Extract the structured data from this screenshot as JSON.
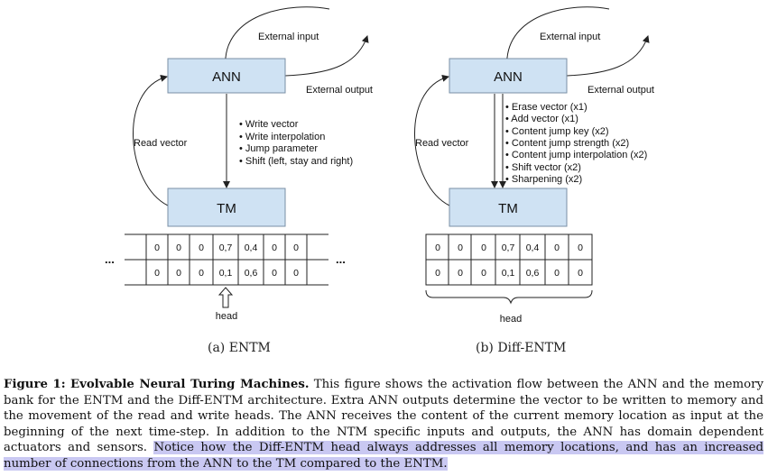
{
  "panel_a": {
    "external_input": "External input",
    "ann": "ANN",
    "external_output": "External output",
    "read_vector": "Read vector",
    "tm": "TM",
    "outputs": [
      "• Write vector",
      "• Write interpolation",
      "• Jump parameter",
      "• Shift (left, stay and right)"
    ],
    "memory": {
      "row1": [
        "0",
        "0",
        "0",
        "0,7",
        "0,4",
        "0",
        "0"
      ],
      "row2": [
        "0",
        "0",
        "0",
        "0,1",
        "0,6",
        "0",
        "0"
      ]
    },
    "ellipsis": "...",
    "head": "head",
    "label": "(a) ENTM"
  },
  "panel_b": {
    "external_input": "External input",
    "ann": "ANN",
    "external_output": "External output",
    "read_vector": "Read vector",
    "tm": "TM",
    "outputs": [
      "• Erase vector (x1)",
      "• Add vector (x1)",
      "• Content jump key (x2)",
      "• Content jump strength (x2)",
      "• Content jump interpolation (x2)",
      "• Shift vector (x2)",
      "• Sharpening (x2)"
    ],
    "memory": {
      "row1": [
        "0",
        "0",
        "0",
        "0,7",
        "0,4",
        "0",
        "0"
      ],
      "row2": [
        "0",
        "0",
        "0",
        "0,1",
        "0,6",
        "0",
        "0"
      ]
    },
    "head": "head",
    "label": "(b) Diff-ENTM"
  },
  "caption": {
    "figure_label": "Figure 1:",
    "title": "Evolvable Neural Turing Machines.",
    "body": "This figure shows the activation flow between the ANN and the memory bank for the ENTM and the Diff-ENTM architecture. Extra ANN outputs determine the vector to be written to memory and the movement of the read and write heads. The ANN receives the content of the current memory location as input at the beginning of the next time-step. In addition to the NTM specific inputs and outputs, the ANN has domain dependent actuators and sensors.",
    "highlighted": "Notice how the Diff-ENTM head always addresses all memory locations, and has an increased number of connections from the ANN to the TM compared to the ENTM."
  },
  "colors": {
    "box_fill": "#cfe2f3",
    "box_stroke": "#7a8fa6",
    "highlight": "#c9c8f2"
  }
}
